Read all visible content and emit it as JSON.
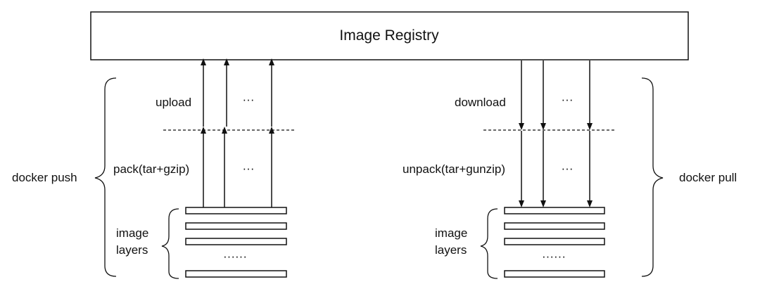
{
  "registry": {
    "title": "Image Registry"
  },
  "push": {
    "side_label": "docker push",
    "upload_label": "upload",
    "pack_label": "pack(tar+gzip)",
    "upload_ellipsis": "···",
    "pack_ellipsis": "···",
    "layers_label_line1": "image",
    "layers_label_line2": "layers",
    "layers_ellipsis": "······"
  },
  "pull": {
    "side_label": "docker pull",
    "download_label": "download",
    "unpack_label": "unpack(tar+gunzip)",
    "download_ellipsis": "···",
    "unpack_ellipsis": "···",
    "layers_label_line1": "image",
    "layers_label_line2": "layers",
    "layers_ellipsis": "······"
  }
}
